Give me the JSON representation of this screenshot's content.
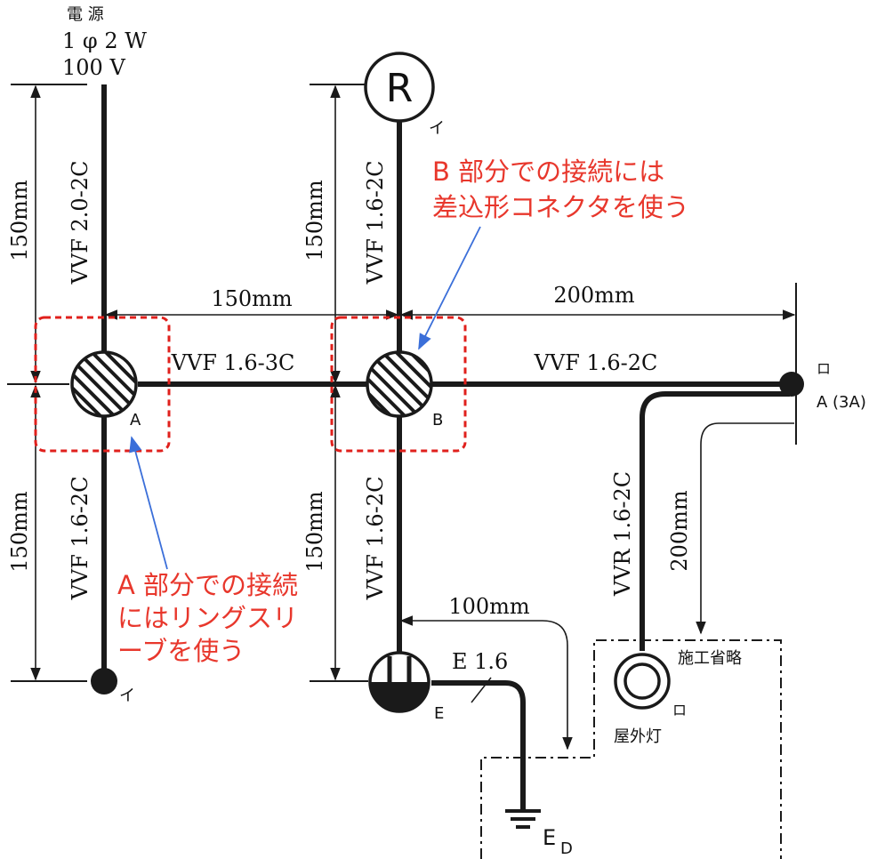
{
  "source": {
    "line1": "電 源",
    "line2": "1 φ 2 W",
    "line3": "100 V"
  },
  "cables": {
    "source_vertical": "VVF 2.0-2C",
    "a_to_b": "VVF 1.6-3C",
    "below_a": "VVF 1.6-2C",
    "above_b": "VVF 1.6-2C",
    "b_to_lamp": "VVF 1.6-2C",
    "below_b": "VVF 1.6-2C",
    "outdoor": "VVR 1.6-2C"
  },
  "dimensions": {
    "left_top": "150mm",
    "left_bottom": "150mm",
    "mid_top": "150mm",
    "mid_bottom": "150mm",
    "horizontal_ab": "150mm",
    "horizontal_right": "200mm",
    "outdoor_vertical": "200mm",
    "ground_horizontal": "100mm"
  },
  "components": {
    "receptacle_letter": "R",
    "receptacle_tag": "イ",
    "box_a": "A",
    "box_b": "B",
    "switch_left_tag": "イ",
    "lamp_tag": "ロ",
    "lamp_rating": "A (3A)",
    "outdoor_tag": "ロ",
    "outdoor_label": "屋外灯",
    "omitted_label": "施工省略",
    "outlet_e_label": "E",
    "ground_wire": "E 1.6",
    "ground_mark": "E",
    "ground_sub": "D"
  },
  "notes": {
    "note_a": [
      "A 部分での接続",
      "にはリングスリ",
      "ーブを使う"
    ],
    "note_b": [
      "B 部分での接続には",
      "差込形コネクタを使う"
    ]
  },
  "colors": {
    "line": "#1a1a1a",
    "note_red": "#e8372c",
    "arrow_blue": "#3b6fd9",
    "dash_red": "#e0201c"
  }
}
